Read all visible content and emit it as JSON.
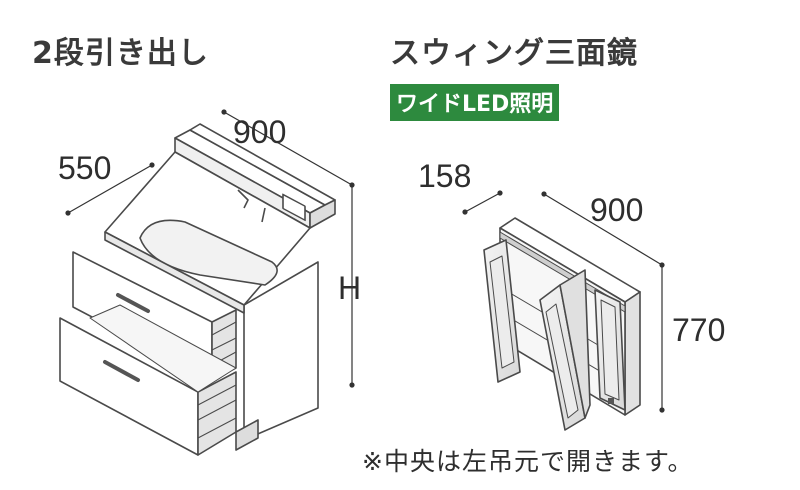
{
  "left_product": {
    "title": "2段引き出し",
    "dimensions": {
      "width": "900",
      "depth": "550",
      "height": "H"
    }
  },
  "right_product": {
    "title": "スウィング三面鏡",
    "badge": "ワイドLED照明",
    "dimensions": {
      "depth": "158",
      "width": "900",
      "height": "770"
    }
  },
  "footnote": "※中央は左吊元で開きます。",
  "colors": {
    "badge_bg": "#2d8a3e",
    "line": "#4a4a4a",
    "shade": "#e8e8e8"
  }
}
